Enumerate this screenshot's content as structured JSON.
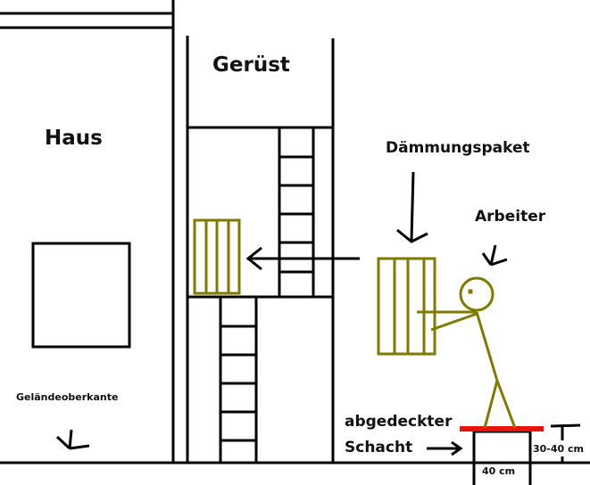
{
  "labels": {
    "house": "Haus",
    "scaffold": "Gerüst",
    "insulation_package": "Dämmungspaket",
    "worker": "Arbeiter",
    "ground_level": "Geländeoberkante",
    "covered_shaft_line1": "abgedeckter",
    "covered_shaft_line2": "Schacht",
    "shaft_height": "30-40 cm",
    "shaft_width": "40 cm"
  },
  "colors": {
    "outline": "#000000",
    "figure": "#807a00",
    "cover": "#e8140c"
  }
}
